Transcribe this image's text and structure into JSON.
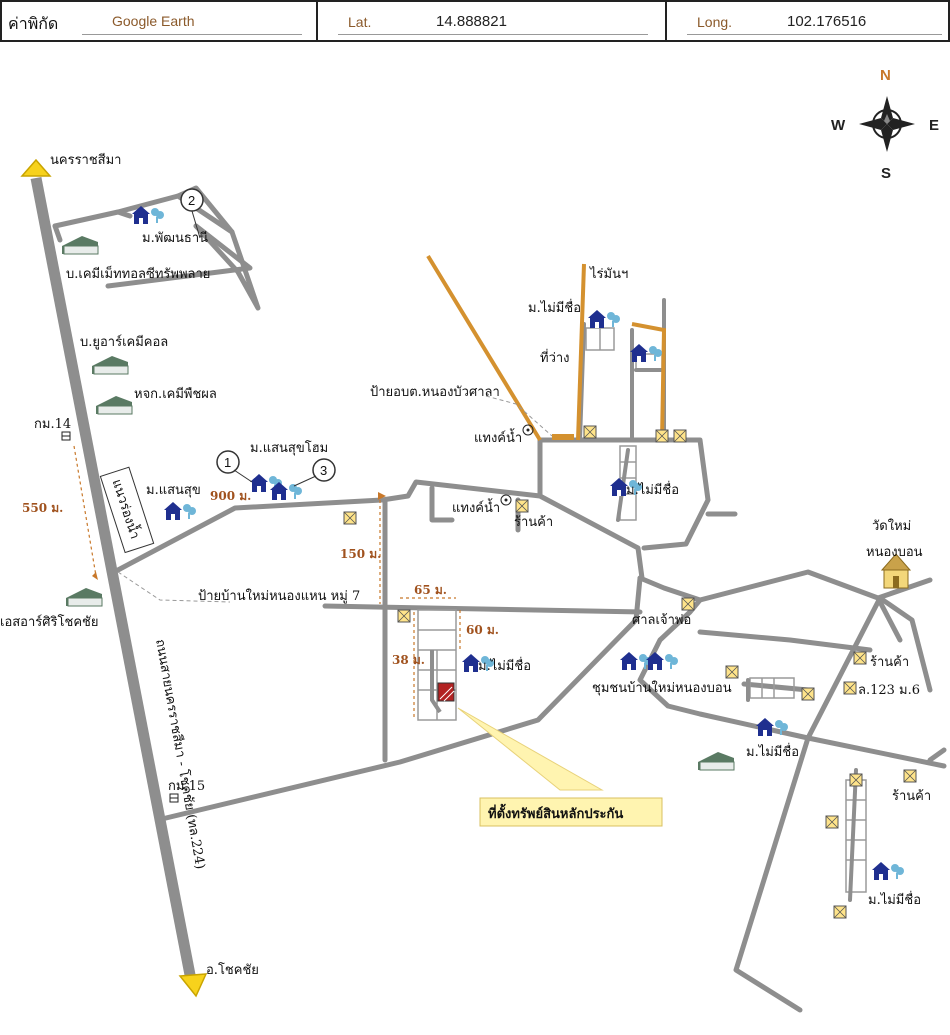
{
  "header": {
    "coord_label": "ค่าพิกัด",
    "coord_source": "Google Earth",
    "lat_label": "Lat.",
    "lat_value": "14.888821",
    "long_label": "Long.",
    "long_value": "102.176516"
  },
  "compass": {
    "n": "N",
    "s": "S",
    "e": "E",
    "w": "W"
  },
  "roads": {
    "highway_label": "ถนนสายนครราชสีมา - โชคชัย (ทล.224)",
    "to_north": "นครราชสีมา",
    "to_south": "อ.โชคชัย",
    "km14": "กม.14",
    "km15": "กม.15",
    "canal": "แนวร่องน้ำ"
  },
  "distances": {
    "d550": "550 ม.",
    "d900": "900 ม.",
    "d150": "150 ม.",
    "d65": "65 ม.",
    "d60": "60 ม.",
    "d38": "38 ม."
  },
  "places": {
    "pattana": "ม.พัฒนธานี",
    "chem_factory": "บ.เคมีเม็ททอลซีทรัพพลาย",
    "uar": "บ.ยูอาร์เคมีคอล",
    "plant_chem": "หจก.เคมีพืชผล",
    "saensuk_home": "ม.แสนสุขโฮม",
    "saensuk": "ม.แสนสุข",
    "store_choke": "เอสอาร์ศิริโชคชัย",
    "sign_village": "ป้ายบ้านใหม่หนองแหน หมู่ 7",
    "no_name_a": "ม.ไม่มีชื่อ",
    "no_name_b": "ม.ไม่มีชื่อ",
    "no_name_c": "ม.ไม่มีชื่อ",
    "no_name_d": "ม.ไม่มีชื่อ",
    "no_name_e": "ม.ไม่มีชื่อ",
    "cassava": "ไร่มันฯ",
    "vacant": "ที่ว่าง",
    "sign_obt": "ป้ายอบต.หนองบัวศาลา",
    "water_tower_a": "แทงค์น้ำ",
    "water_tower_b": "แทงค์น้ำ",
    "shop_a": "ร้านค้า",
    "shop_b": "ร้านค้า",
    "shop_c": "ร้านค้า",
    "shrine": "ศาลเจ้าพ่อ",
    "community": "ชุมชนบ้านใหม่หนองบอน",
    "temple_1": "วัดใหม่",
    "temple_2": "หนองบอน",
    "address": "ล.123 ม.6",
    "collateral": "ที่ตั้งทรัพย์สินหลักประกัน"
  },
  "markers": {
    "m1": "1",
    "m2": "2",
    "m3": "3"
  },
  "colors": {
    "road": "#8e8e8e",
    "dirt_road": "#d4912f",
    "house": "#1f2f8f",
    "tree": "#6fb6d8",
    "shop_fill": "#ffe48a",
    "dist_text": "#a0521e",
    "callout": "#fff4b0"
  }
}
